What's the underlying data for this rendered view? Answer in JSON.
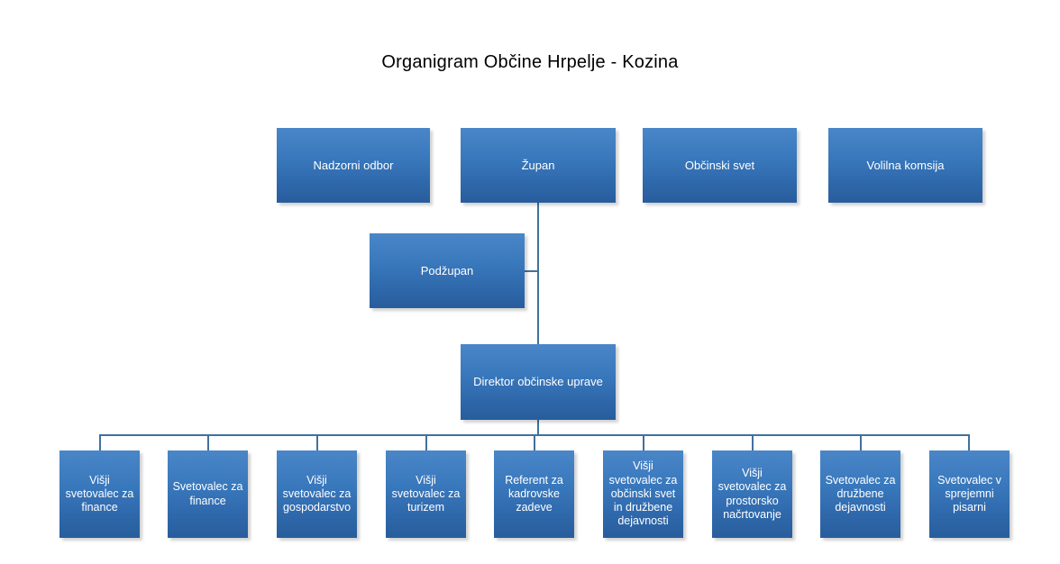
{
  "chart": {
    "title": "Organigram Občine Hrpelje - Kozina",
    "type": "org-chart",
    "accent_color": "#3a79bd",
    "connector_color": "#41719c",
    "text_color": "#ffffff",
    "background_color": "#ffffff"
  },
  "nodes": {
    "nadzorni_odbor": {
      "label": "Nadzorni odbor",
      "level": 1
    },
    "zupan": {
      "label": "Župan",
      "level": 1
    },
    "obcinski_svet": {
      "label": "Občinski svet",
      "level": 1
    },
    "volilna_komsija": {
      "label": "Volilna komsija",
      "level": 1
    },
    "podzupan": {
      "label": "Podžupan",
      "level": 2
    },
    "direktor": {
      "label": "Direktor občinske uprave",
      "level": 3
    }
  },
  "staff": [
    {
      "label": "Višji\nsvetovalec za\nfinance"
    },
    {
      "label": "Svetovalec za\nfinance"
    },
    {
      "label": "Višji\nsvetovalec za\ngospodarstvo"
    },
    {
      "label": "Višji\nsvetovalec za\nturizem"
    },
    {
      "label": "Referent za\nkadrovske\nzadeve"
    },
    {
      "label": "Višji\nsvetovalec za\nobčinski svet\nin družbene\ndejavnosti"
    },
    {
      "label": "Višji\nsvetovalec za\nprostorsko\nnačrtovanje"
    },
    {
      "label": "Svetovalec za\ndružbene\ndejavnosti"
    },
    {
      "label": "Svetovalec v\nsprejemni\npisarni"
    }
  ]
}
